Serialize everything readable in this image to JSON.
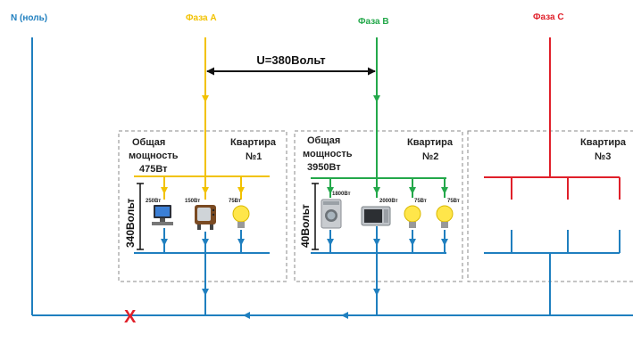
{
  "phases": {
    "neutral": {
      "label": "N (ноль)",
      "color": "#1f7fbf"
    },
    "a": {
      "label": "Фаза А",
      "color": "#f2c200"
    },
    "b": {
      "label": "Фаза В",
      "color": "#23a84a"
    },
    "c": {
      "label": "Фаза С",
      "color": "#e0202a"
    }
  },
  "voltage_label": "U=380Вольт",
  "break_mark": "X",
  "apartments": [
    {
      "title": "Квартира",
      "number": "№1",
      "power_caption": "Общая мощность",
      "power_value": "475Вт",
      "voltage": "340Вольт",
      "appliances": [
        {
          "name": "computer",
          "watts": "250Вт"
        },
        {
          "name": "tv",
          "watts": "150Вт"
        },
        {
          "name": "lamp",
          "watts": "75Вт"
        }
      ]
    },
    {
      "title": "Квартира",
      "number": "№2",
      "power_caption": "Общая мощность",
      "power_value": "3950Вт",
      "voltage": "40Вольт",
      "appliances": [
        {
          "name": "washing-machine",
          "watts": "1800Вт"
        },
        {
          "name": "microwave",
          "watts": "2000Вт"
        },
        {
          "name": "lamp",
          "watts": "75Вт"
        },
        {
          "name": "lamp",
          "watts": "75Вт"
        }
      ]
    },
    {
      "title": "Квартира",
      "number": "№3"
    }
  ]
}
